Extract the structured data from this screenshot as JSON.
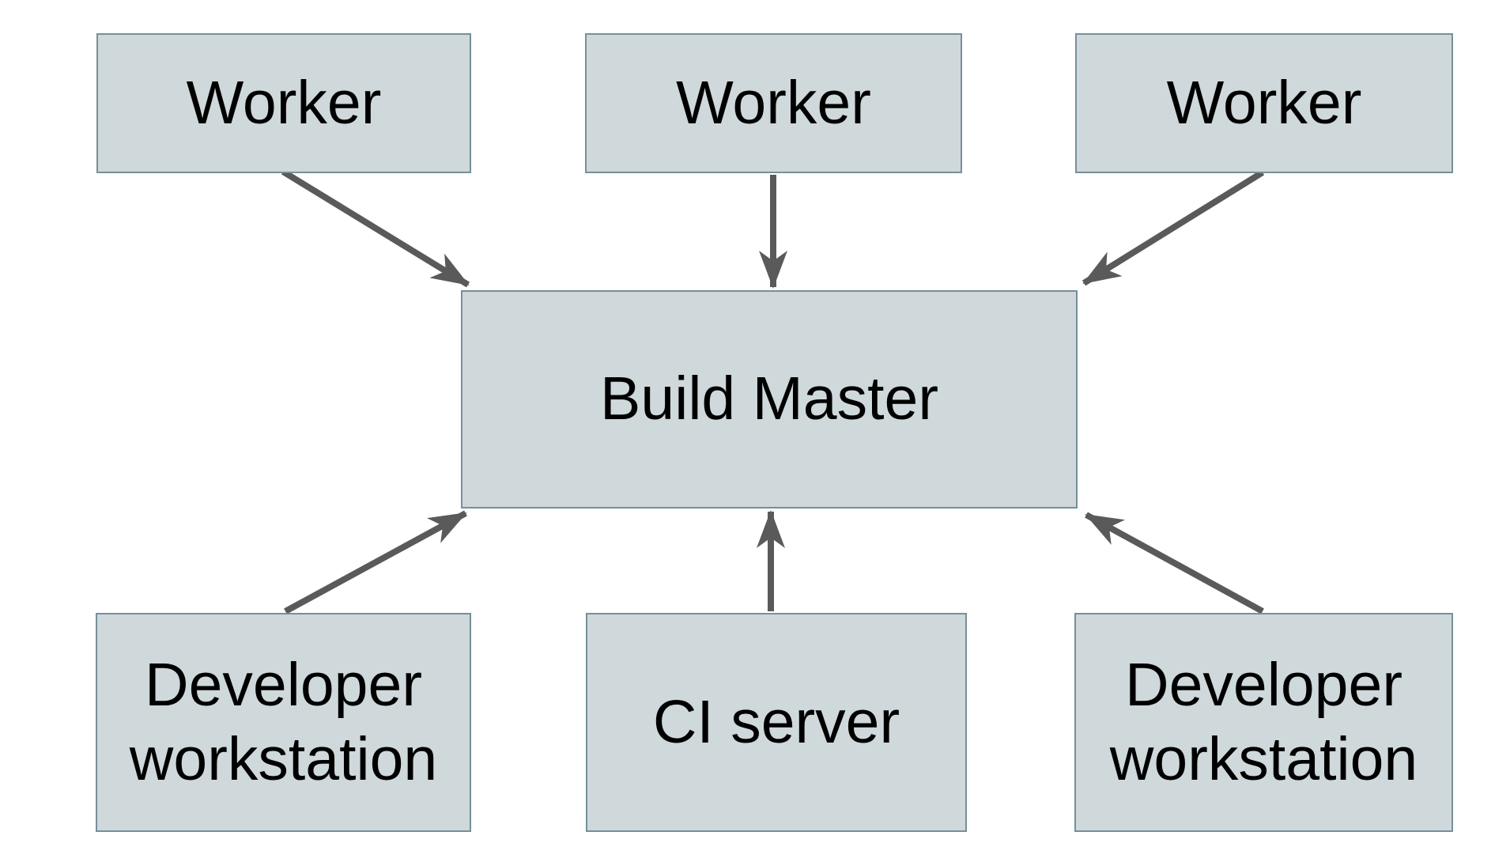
{
  "diagram": {
    "background_color": "#ffffff",
    "node_fill_color": "#cfd8da",
    "node_border_color": "#76909c",
    "arrow_color": "#5a5a5a",
    "text_color": "#000000",
    "nodes": [
      {
        "id": "worker-1",
        "label": "Worker",
        "row": "top"
      },
      {
        "id": "worker-2",
        "label": "Worker",
        "row": "top"
      },
      {
        "id": "worker-3",
        "label": "Worker",
        "row": "top"
      },
      {
        "id": "build-master",
        "label": "Build Master",
        "row": "middle"
      },
      {
        "id": "developer-workstation-1",
        "label": "Developer workstation",
        "row": "bottom"
      },
      {
        "id": "ci-server",
        "label": "CI server",
        "row": "bottom"
      },
      {
        "id": "developer-workstation-2",
        "label": "Developer workstation",
        "row": "bottom"
      }
    ],
    "edges": [
      {
        "from": "worker-1",
        "to": "build-master",
        "direction": "down-right"
      },
      {
        "from": "worker-2",
        "to": "build-master",
        "direction": "down"
      },
      {
        "from": "worker-3",
        "to": "build-master",
        "direction": "down-left"
      },
      {
        "from": "developer-workstation-1",
        "to": "build-master",
        "direction": "up-right"
      },
      {
        "from": "ci-server",
        "to": "build-master",
        "direction": "up"
      },
      {
        "from": "developer-workstation-2",
        "to": "build-master",
        "direction": "up-left"
      }
    ]
  }
}
